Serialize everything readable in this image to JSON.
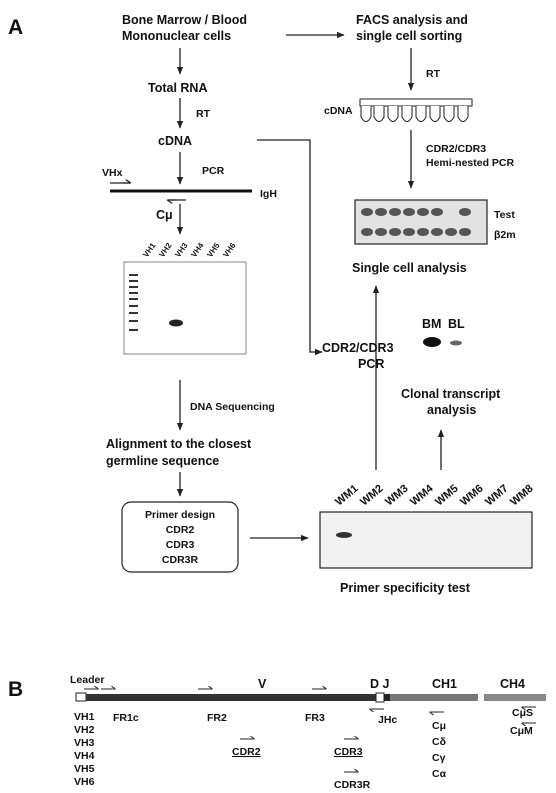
{
  "panel_a": {
    "label": "A",
    "bm_line1": "Bone Marrow / Blood",
    "bm_line2": "Mononuclear cells",
    "facs_line1": "FACS analysis and",
    "facs_line2": "single cell sorting",
    "total_rna": "Total RNA",
    "rt_left": "RT",
    "rt_right": "RT",
    "cdna_left": "cDNA",
    "cdna_right": "cDNA",
    "vhx": "VHx",
    "pcr": "PCR",
    "igh": "IgH",
    "cmu": "Cμ",
    "hemi_line1": "CDR2/CDR3",
    "hemi_line2": "Hemi-nested PCR",
    "test": "Test",
    "b2m": "β2m",
    "single_cell": "Single cell analysis",
    "gel_lanes": [
      "VH1",
      "VH2",
      "VH3",
      "VH4",
      "VH5",
      "VH6"
    ],
    "cdr_pcr_line1": "CDR2/CDR3",
    "cdr_pcr_line2": "PCR",
    "bm": "BM",
    "bl": "BL",
    "clonal_line1": "Clonal transcript",
    "clonal_line2": "analysis",
    "dna_seq": "DNA Sequencing",
    "align_line1": "Alignment to the closest",
    "align_line2": "germline sequence",
    "primer_design": [
      "Primer design",
      "CDR2",
      "CDR3",
      "CDR3R"
    ],
    "wm_lanes": [
      "WM1",
      "WM2",
      "WM3",
      "WM4",
      "WM5",
      "WM6",
      "WM7",
      "WM8"
    ],
    "primer_test": "Primer specificity test"
  },
  "panel_b": {
    "label": "B",
    "leader": "Leader",
    "v": "V",
    "dj": "D J",
    "ch1": "CH1",
    "ch4": "CH4",
    "vh_list": [
      "VH1",
      "VH2",
      "VH3",
      "VH4",
      "VH5",
      "VH6"
    ],
    "fr1c": "FR1c",
    "fr2": "FR2",
    "fr3": "FR3",
    "jhc": "JHc",
    "c_list": [
      "Cμ",
      "Cδ",
      "Cγ",
      "Cα"
    ],
    "cmus": "CμS",
    "cmum": "CμM",
    "cdr2": "CDR2",
    "cdr3": "CDR3",
    "cdr3r": "CDR3R"
  }
}
